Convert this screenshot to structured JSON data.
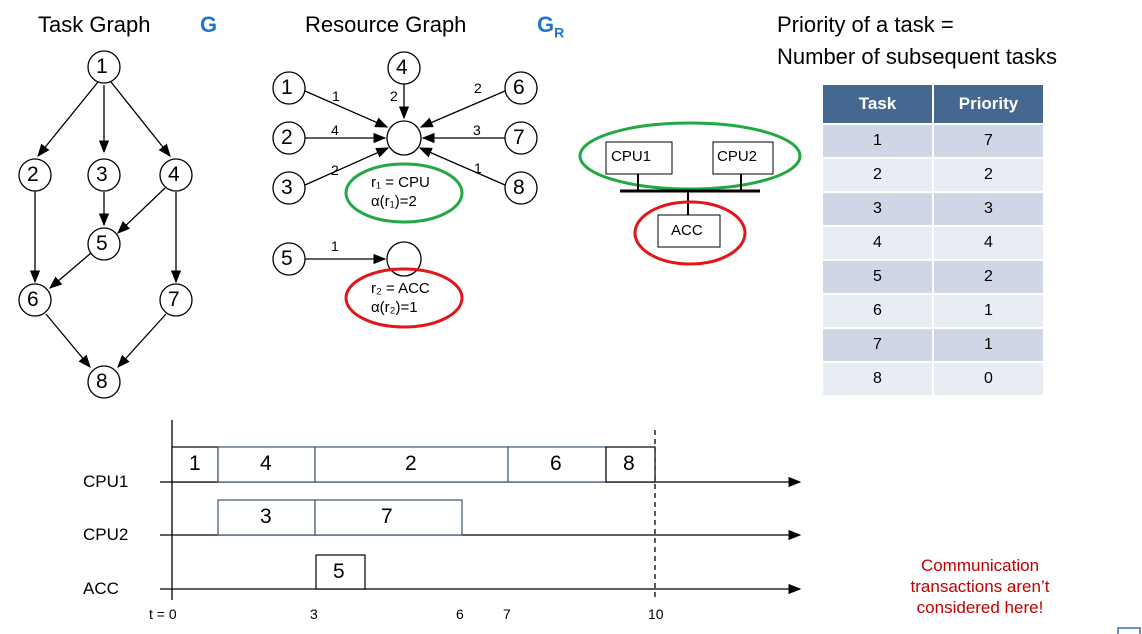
{
  "task_graph": {
    "title": "Task Graph",
    "symbol": "G",
    "nodes": [
      "1",
      "2",
      "3",
      "4",
      "5",
      "6",
      "7",
      "8"
    ]
  },
  "resource_graph": {
    "title": "Resource Graph",
    "symbol_main": "G",
    "symbol_sub": "R",
    "task_nodes": [
      "1",
      "2",
      "3",
      "4",
      "5",
      "6",
      "7",
      "8"
    ],
    "edge_weights": [
      "1",
      "4",
      "2",
      "2",
      "2",
      "3",
      "1",
      "1"
    ],
    "r1_label_line1": "r₁ = CPU",
    "r1_label_line2": "α(r₁)=2",
    "r2_label_line1": "r₂ = ACC",
    "r2_label_line2": "α(r₂)=1"
  },
  "architecture": {
    "cpu1": "CPU1",
    "cpu2": "CPU2",
    "acc": "ACC"
  },
  "priority": {
    "heading_line1": "Priority of a task =",
    "heading_line2": "Number of subsequent tasks",
    "col_task": "Task",
    "col_priority": "Priority",
    "rows": [
      {
        "task": "1",
        "priority": "7"
      },
      {
        "task": "2",
        "priority": "2"
      },
      {
        "task": "3",
        "priority": "3"
      },
      {
        "task": "4",
        "priority": "4"
      },
      {
        "task": "5",
        "priority": "2"
      },
      {
        "task": "6",
        "priority": "1"
      },
      {
        "task": "7",
        "priority": "1"
      },
      {
        "task": "8",
        "priority": "0"
      }
    ]
  },
  "schedule": {
    "rows": [
      "CPU1",
      "CPU2",
      "ACC"
    ],
    "blocks": {
      "cpu1": [
        "1",
        "4",
        "2",
        "6",
        "8"
      ],
      "cpu2": [
        "3",
        "7"
      ],
      "acc": [
        "5"
      ]
    },
    "ticks": [
      "t = 0",
      "3",
      "6",
      "7",
      "10"
    ]
  },
  "note": {
    "line1": "Communication",
    "line2": "transactions aren’t",
    "line3": "considered here!"
  }
}
